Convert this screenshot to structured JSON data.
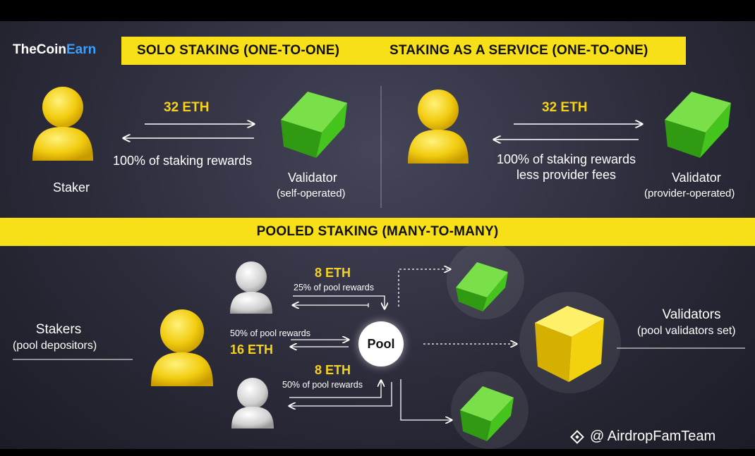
{
  "logo": {
    "part1": "TheCoin",
    "part2": "Earn"
  },
  "top_banner": {
    "left": "SOLO STAKING (ONE-TO-ONE)",
    "right": "STAKING AS A SERVICE (ONE-TO-ONE)"
  },
  "solo": {
    "amount": "32 ETH",
    "rewards": "100% of staking rewards",
    "staker": "Staker",
    "validator": "Validator",
    "validator_sub": "(self-operated)"
  },
  "saas": {
    "amount": "32 ETH",
    "rewards_line1": "100% of staking rewards",
    "rewards_line2": "less provider fees",
    "validator": "Validator",
    "validator_sub": "(provider-operated)"
  },
  "pooled_banner": "POOLED STAKING (MANY-TO-MANY)",
  "pooled": {
    "stakers": "Stakers",
    "stakers_sub": "(pool depositors)",
    "top_amount": "8 ETH",
    "top_rewards": "25% of pool rewards",
    "mid_rewards": "50% of pool rewards",
    "mid_amount": "16 ETH",
    "bottom_amount": "8 ETH",
    "bottom_rewards": "50% of pool rewards",
    "pool": "Pool",
    "validators": "Validators",
    "validators_sub": "(pool validators set)"
  },
  "watermark": "@ AirdropFamTeam",
  "colors": {
    "yellow": "#f7e017",
    "green": "#45c41e",
    "gold": "#e8c10a"
  }
}
